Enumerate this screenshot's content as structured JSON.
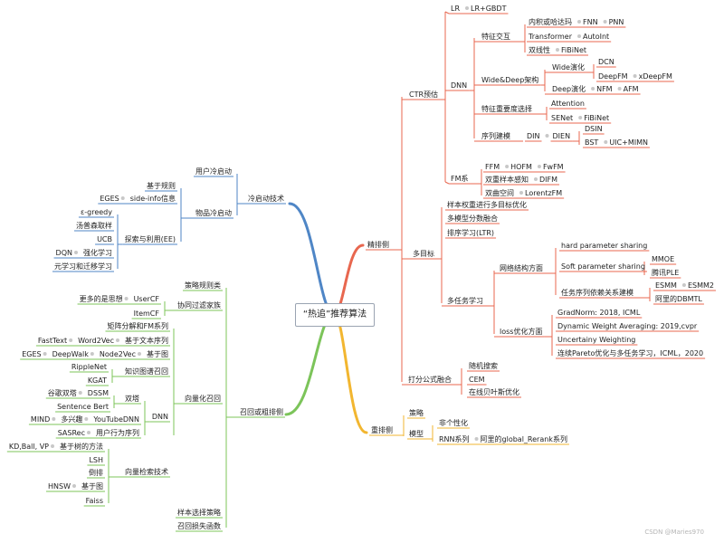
{
  "center": "“热追”推荐算法",
  "watermark": "CSDN @Maries970",
  "colors": {
    "red": "#e8674f",
    "yellow": "#f2b630",
    "green": "#7cc45a",
    "blue": "#4f86c6",
    "center_border": "#9aa4b2",
    "dot": "#c8c8c8"
  },
  "branches": {
    "jingpai": {
      "label": "精排侧",
      "ctr": {
        "label": "CTR预估",
        "lr": [
          "LR",
          "LR+GBDT"
        ],
        "dnn": {
          "label": "DNN",
          "tezheng": {
            "label": "特征交互",
            "r1": [
              "内积或哈达玛",
              "FNN",
              "PNN"
            ],
            "r2": [
              "Transformer",
              "AutoInt"
            ],
            "r3": [
              "双线性",
              "FiBiNet"
            ]
          },
          "widedeep": {
            "label": "Wide&Deep架构",
            "wide": "Wide演化",
            "dcn": "DCN",
            "deep1": [
              "DeepFM",
              "xDeepFM"
            ],
            "deep2": [
              "Deep演化",
              "NFM",
              "AFM"
            ]
          },
          "zhongyao": {
            "label": "特征重要度选择",
            "att": "Attention",
            "senet": [
              "SENet",
              "FiBiNet"
            ]
          },
          "xulie": {
            "label": "序列建模",
            "din": "DIN",
            "dien": "DIEN",
            "dsin": "DSIN",
            "bst": [
              "BST",
              "UIC+MIMN"
            ]
          }
        },
        "fm": {
          "label": "FM系",
          "r1": [
            "FFM",
            "HOFM",
            "FwFM"
          ],
          "r2": [
            "双重样本感知",
            "DIFM"
          ],
          "r3": [
            "双曲空间",
            "LorentzFM"
          ]
        }
      },
      "multi": {
        "label": "多目标",
        "a": "样本权重进行多目标优化",
        "b": "多模型分数融合",
        "c": "排序学习(LTR)",
        "mtl": {
          "label": "多任务学习",
          "net": {
            "label": "网络结构方面",
            "hard": "hard parameter sharing",
            "soft": "Soft parameter sharing",
            "mmoe": "MMOE",
            "ple": "腾讯PLE",
            "dep": "任务序列依赖关系建模",
            "esmm": [
              "ESMM",
              "ESMM2"
            ],
            "dbmtl": "阿里的DBMTL"
          },
          "loss": {
            "label": "loss优化方面",
            "items": [
              "GradNorm: 2018, ICML",
              "Dynamic Weight Averaging: 2019,cvpr",
              "Uncertainy Weighting",
              "连续Pareto优化与多任务学习，ICML，2020"
            ]
          }
        }
      },
      "fuse": {
        "label": "打分公式融合",
        "items": [
          "随机搜索",
          "CEM",
          "在线贝叶斯优化"
        ]
      }
    },
    "chongpai": {
      "label": "重排侧",
      "celue": "策略",
      "model": {
        "label": "模型",
        "a": "非个性化",
        "b": [
          "RNN系列",
          "阿里的global_Rerank系列"
        ]
      }
    },
    "recall": {
      "label": "召回或粗排侧",
      "rule": "策略规则类",
      "cf": {
        "label": "协同过滤家族",
        "sub": [
          "更多的是思想",
          "UserCF"
        ],
        "item": "ItemCF"
      },
      "vec": {
        "label": "向量化召回",
        "mf": "矩阵分解和FM系列",
        "text": [
          "FastText",
          "Word2Vec",
          "基于文本序列"
        ],
        "graph": [
          "EGES",
          "DeepWalk",
          "Node2Vec",
          "基于图"
        ],
        "kg": {
          "label": "知识图谱召回",
          "items": [
            "RippleNet",
            "KGAT"
          ]
        },
        "dnn": {
          "label": "DNN",
          "twin": {
            "label": "双塔",
            "items": [
              [
                "谷歌双塔",
                "DSSM"
              ],
              [
                "Sentence Bert"
              ]
            ]
          },
          "multi": [
            "MIND",
            "多兴趣",
            "YouTubeDNN"
          ],
          "seq": [
            "SASRec",
            "用户行为序列"
          ]
        }
      },
      "search": {
        "label": "向量检索技术",
        "tree": [
          "KD,Ball, VP",
          "基于树的方法"
        ],
        "lsh": "LSH",
        "inv": "倒排",
        "graph": [
          "HNSW",
          "基于图"
        ],
        "faiss": "Faiss"
      },
      "sample": "样本选择策略",
      "loss": "召回损失函数"
    },
    "cold": {
      "label": "冷启动技术",
      "user": "用户冷启动",
      "item": {
        "label": "物品冷启动",
        "rule": "基于规则",
        "side": [
          "EGES",
          "side-info信息"
        ]
      },
      "ee": {
        "label": "探索与利用(EE)",
        "items": [
          "ε-greedy",
          "汤普森取样",
          "UCB",
          "元学习和迁移学习"
        ],
        "dqn": [
          "DQN",
          "强化学习"
        ]
      }
    }
  }
}
